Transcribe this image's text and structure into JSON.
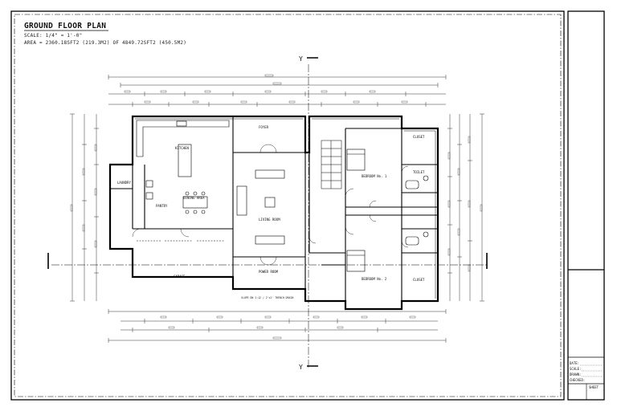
{
  "plan": {
    "title": "GROUND FLOOR PLAN",
    "scale": "SCALE: 1/4\" = 1'-0\"",
    "area": "AREA = 2360.18SFT2 (219.3M2) OF 4849.72SFT2 (450.5M2)"
  },
  "section_marks": {
    "top": "Y",
    "bottom": "Y"
  },
  "rooms": {
    "laundry": "LAUNDRY",
    "kitchen": "KITCHEN",
    "pantry": "PANTRY",
    "dining_area": "DINING AREA",
    "foyer": "FOYER",
    "garage": "GARAGE",
    "living_room": "LIVING ROOM",
    "power_room": "POWER ROOM",
    "bedroom_1": "BEDROOM No. 1",
    "bedroom_2": "BEDROOM No. 2",
    "closet_1": "CLOSET",
    "closet_2": "CLOSET",
    "toilet": "TOILET"
  },
  "note": "SLOPE DN 1:12 / 2'x2' TRENCH DRAIN",
  "title_block": {
    "lines": [
      "DATE:",
      "SCALE:",
      "DRAWN:",
      "CHECKED:"
    ],
    "sheet": "SHEET"
  }
}
